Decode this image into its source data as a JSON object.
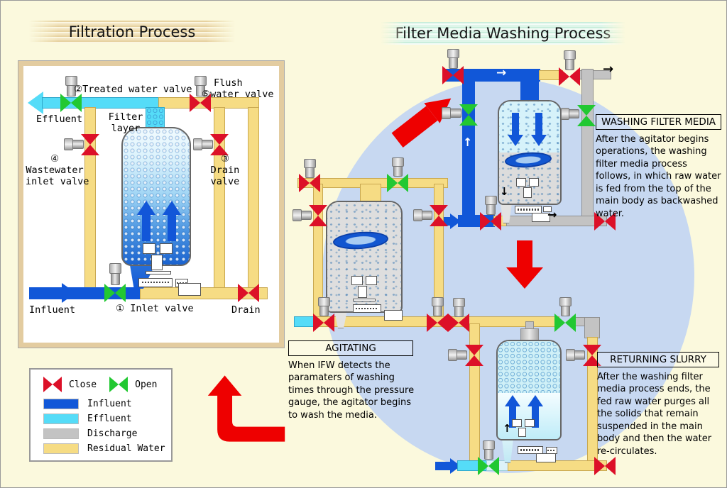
{
  "titles": {
    "filtration": "Filtration Process",
    "washing": "Filter Media Washing Process"
  },
  "filtration_panel": {
    "treated_water_valve": "②Treated water valve",
    "effluent": "Effluent",
    "filter_layer_line1": "Filter",
    "filter_layer_line2": "layer",
    "flush_line1": "Flush",
    "flush_line2": "⑤water valve",
    "wastewater_num": "④",
    "wastewater_line1": "Wastewater",
    "wastewater_line2": "inlet valve",
    "drain_valve_num": "③",
    "drain_valve_line1": "Drain",
    "drain_valve_line2": "valve",
    "inlet_valve": "① Inlet valve",
    "influent": "Influent",
    "drain": "Drain"
  },
  "legend": {
    "close": "Close",
    "open": "Open",
    "items": [
      {
        "label": "Influent",
        "color": "#1157D8"
      },
      {
        "label": "Effluent",
        "color": "#55DCF8"
      },
      {
        "label": "Discharge",
        "color": "#C3C3C3"
      },
      {
        "label": "Residual Water",
        "color": "#F6DC84"
      }
    ]
  },
  "steps": {
    "washing": {
      "heading": "WASHING FILTER MEDIA",
      "body": "After the agitator begins operations, the washing filter media process follows, in which raw water is fed from the top of the main body as backwashed water."
    },
    "agitating": {
      "heading": "AGITATING",
      "body": "When IFW detects the paramaters of washing times through the pressure gauge, the agitator begins to wash the media."
    },
    "returning": {
      "heading": "RETURNING SLURRY",
      "body": "After the washing filter media process ends, the fed raw water purges all the solids that remain suspended in the main body and then the water re-circulates."
    }
  },
  "icons": {
    "arrow_right": "→",
    "arrow_up": "↑",
    "arrow_down": "↓",
    "valve_closed": "red-bowtie",
    "valve_open": "green-bowtie"
  },
  "colors": {
    "influent": "#1157D8",
    "effluent": "#55DCF8",
    "discharge": "#C3C3C3",
    "residual_water": "#F6DC84",
    "valve_close": "#DC1028",
    "valve_open": "#22C832",
    "process_arrow": "#EE0000",
    "cycle_background": "#C7D8F1"
  }
}
